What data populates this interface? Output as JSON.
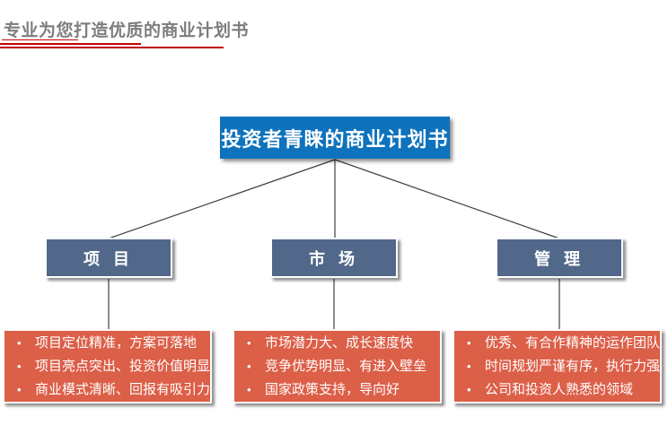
{
  "page": {
    "title": "专业为您打造优质的商业计划书"
  },
  "diagram": {
    "bullet_char": "•",
    "root": {
      "label": "投资者青睐的商业计划书"
    },
    "branches": [
      {
        "label": "项 目",
        "points": [
          "项目定位精准，方案可落地",
          "项目亮点突出、投资价值明显",
          "商业模式清晰、回报有吸引力"
        ]
      },
      {
        "label": "市 场",
        "points": [
          "市场潜力大、成长速度快",
          "竞争优势明显、有进入壁垒",
          "国家政策支持，导向好"
        ]
      },
      {
        "label": "管 理",
        "points": [
          "优秀、有合作精神的运作团队",
          "时间规划严谨有序，执行力强",
          "公司和投资人熟悉的领域"
        ]
      }
    ]
  },
  "colors": {
    "root_box": "#0e72bc",
    "branch_box": "#52688a",
    "detail_box": "#dc5f48",
    "title_text": "#7d7d7d",
    "title_underline": "#c00000",
    "connector": "#3f3f3f"
  }
}
